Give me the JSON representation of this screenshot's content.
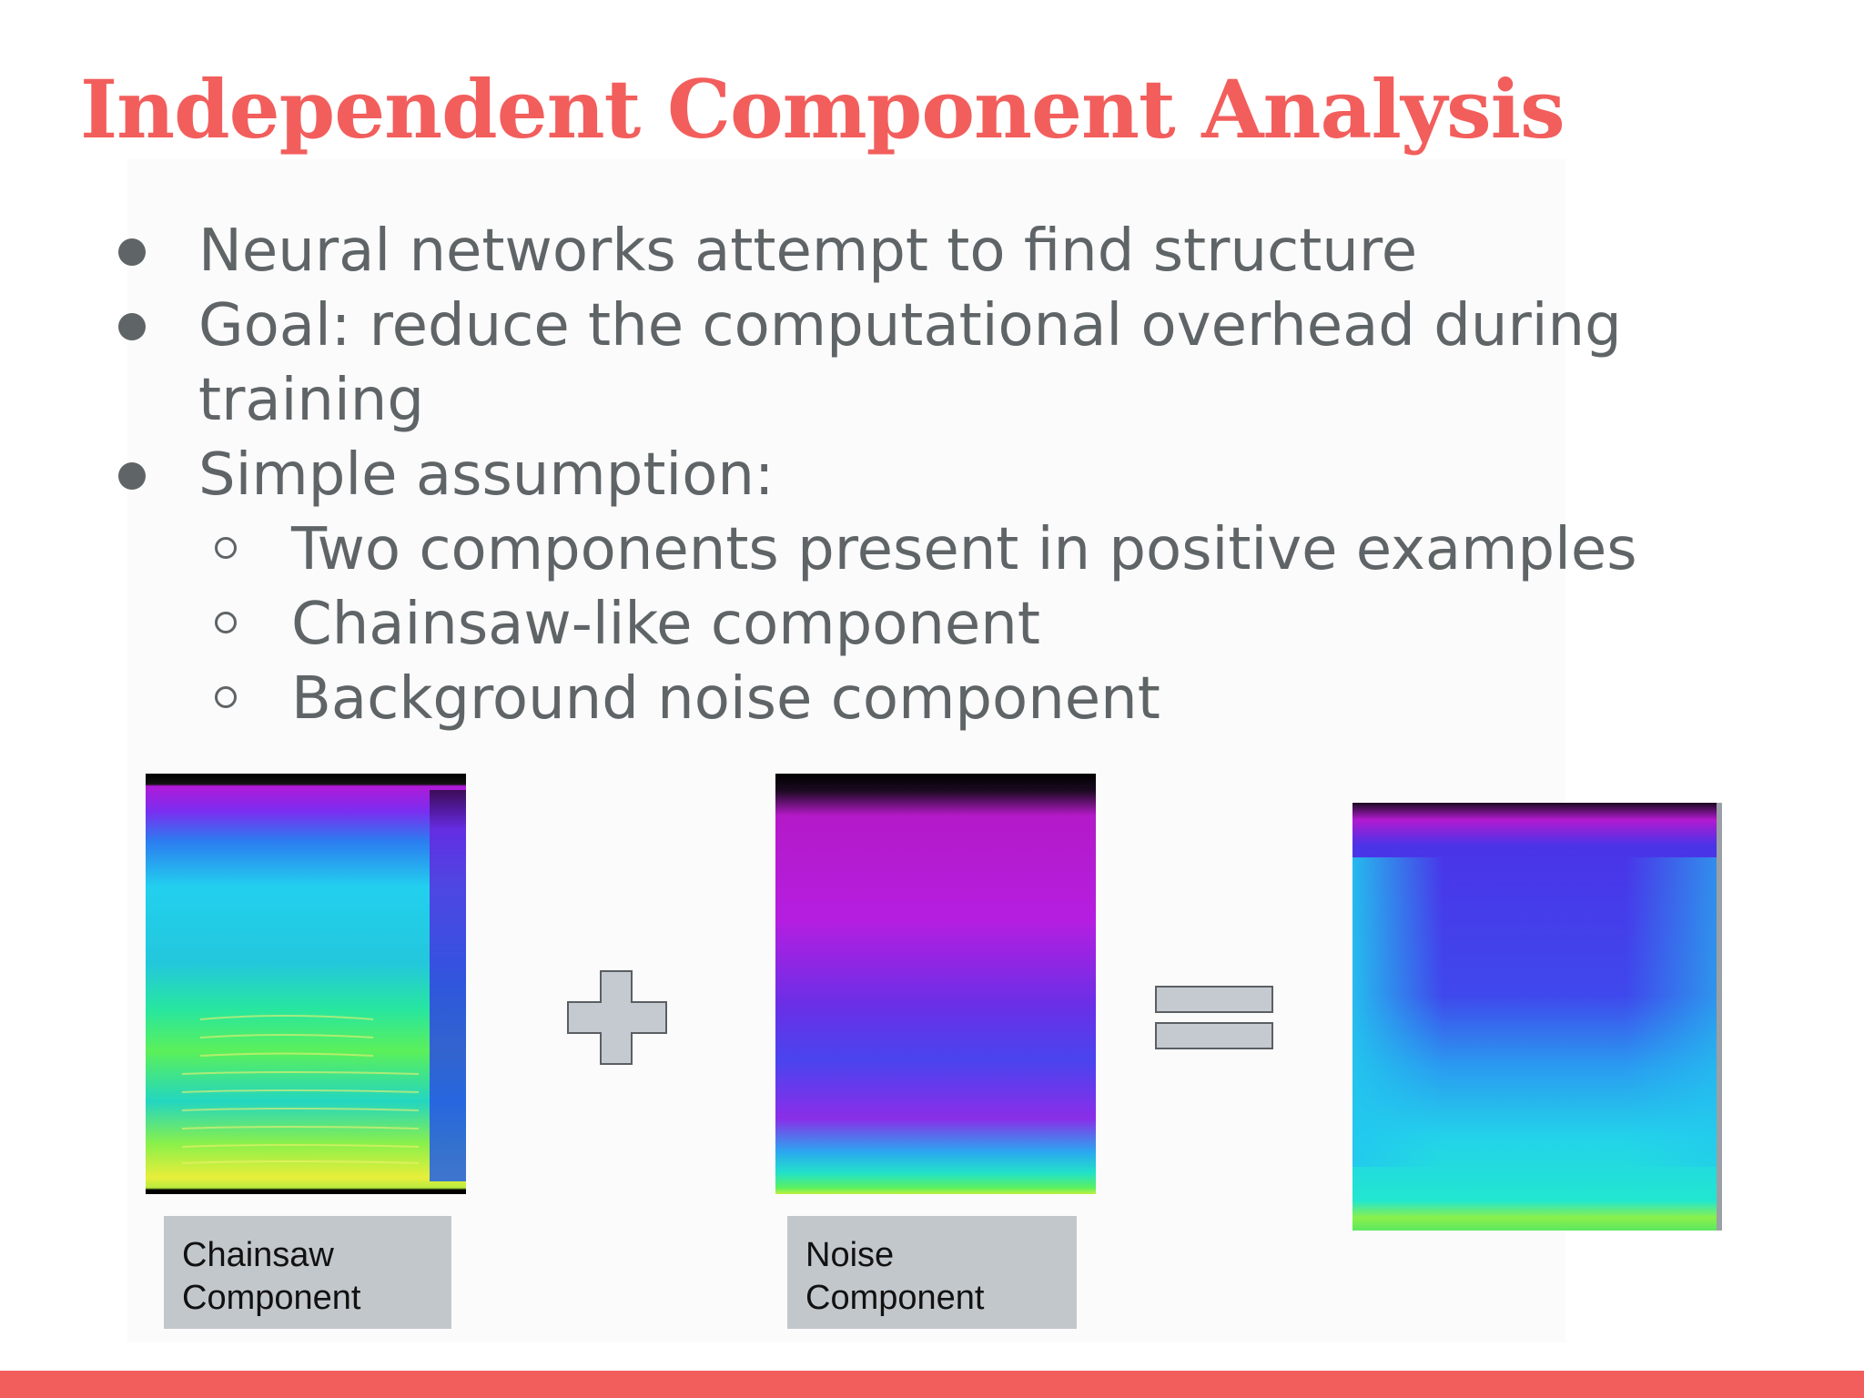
{
  "slide": {
    "title": "Independent Component Analysis",
    "bullets": [
      {
        "level": 1,
        "lines": [
          "Neural networks attempt to find structure"
        ]
      },
      {
        "level": 1,
        "lines": [
          "Goal: reduce the computational overhead during",
          "training"
        ]
      },
      {
        "level": 1,
        "lines": [
          "Simple assumption:"
        ]
      },
      {
        "level": 2,
        "lines": [
          "Two components present in positive examples"
        ]
      },
      {
        "level": 2,
        "lines": [
          "Chainsaw-like component"
        ]
      },
      {
        "level": 2,
        "lines": [
          "Background noise component"
        ]
      }
    ],
    "captions": {
      "chainsaw": [
        "Chainsaw",
        "Component"
      ],
      "noise": [
        "Noise",
        "Component"
      ]
    },
    "operators": {
      "plus": "plus-icon",
      "equals": "equals-icon"
    },
    "colors": {
      "accent": "#f25e5c",
      "text": "#5f6467",
      "caption_bg": "#c2c7cc",
      "operator_fill": "#c5cad0",
      "operator_stroke": "#5a5f64"
    }
  }
}
